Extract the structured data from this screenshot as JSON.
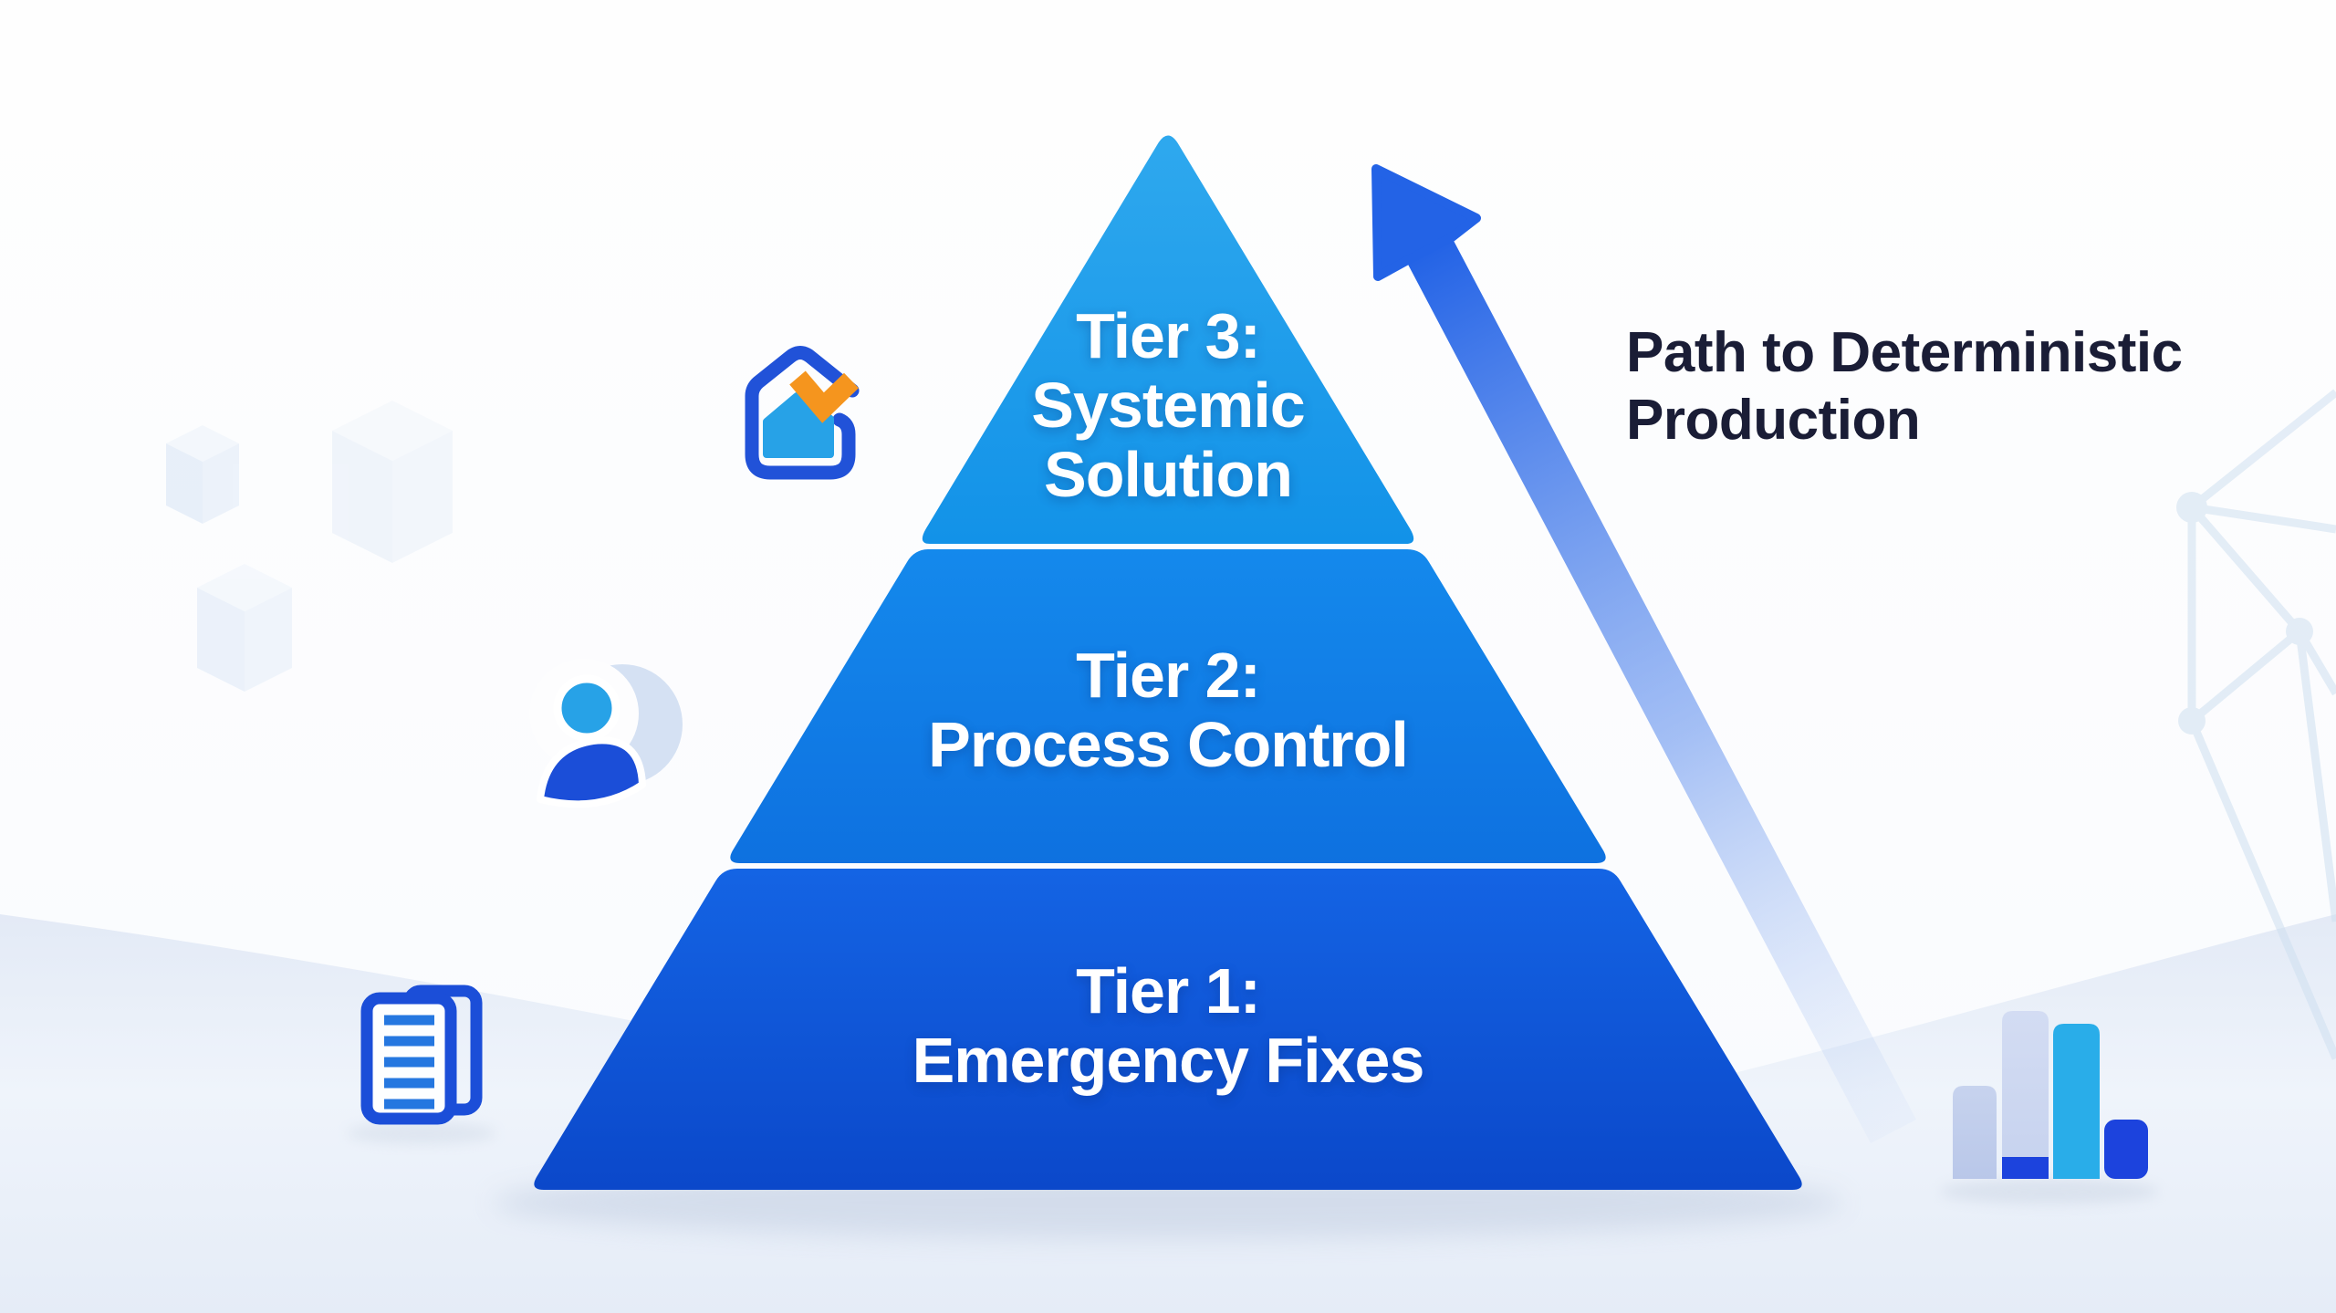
{
  "title": {
    "lines": [
      "Path to Deterministic",
      "Production"
    ]
  },
  "pyramid": {
    "tiers": [
      {
        "id": "tier-3",
        "lines": [
          "Tier 3:",
          "Systemic",
          "Solution"
        ],
        "color_top": "#2fa9ee",
        "color_bottom": "#1292e8"
      },
      {
        "id": "tier-2",
        "lines": [
          "Tier 2:",
          "Process Control"
        ],
        "color_top": "#1489ec",
        "color_bottom": "#0e71e0"
      },
      {
        "id": "tier-1",
        "lines": [
          "Tier 1:",
          "Emergency Fixes"
        ],
        "color_top": "#1464e4",
        "color_bottom": "#0b48ca"
      }
    ]
  },
  "icons": [
    "house-check-icon",
    "user-icon",
    "document-icon",
    "bar-chart-icon",
    "growth-arrow-icon",
    "cube-icon",
    "network-graph-icon"
  ],
  "theme": {
    "c-title": "#1a1d36",
    "c-arrow": "#2363e6",
    "c-tier3-top": "#2fa9ee",
    "c-tier3-bottom": "#1292e8",
    "c-tier2-top": "#1489ec",
    "c-tier2-bottom": "#0e71e0",
    "c-tier1-top": "#1464e4",
    "c-tier1-bottom": "#0b48ca",
    "c-royal": "#2152d8",
    "c-royal2": "#1b4ed8",
    "c-azure": "#27a2e7",
    "c-orange": "#f5951e",
    "c-doc-line": "#2577e0",
    "c-bar-pale1": "#b9c7e9",
    "c-bar-pale2": "#c6d2ee",
    "c-bar-cyan": "#29ade9",
    "c-bar-royal": "#1c43dd",
    "c-floor": "#e3eaf6"
  }
}
